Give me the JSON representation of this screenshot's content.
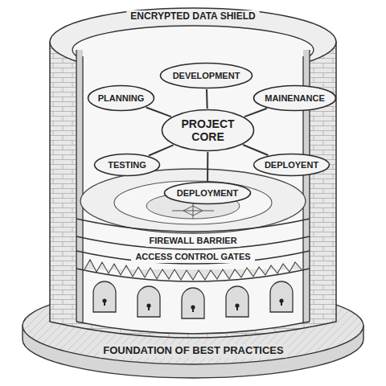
{
  "diagram": {
    "nodes": [
      {
        "text": [
          "ENCRYPTED DATA SHIELD"
        ]
      },
      {
        "text": [
          "PLANNING"
        ]
      },
      {
        "text": [
          "DEVELOPMENT"
        ]
      },
      {
        "text": [
          "MAINENANCE"
        ]
      },
      {
        "text": [
          "PROJECT CORE"
        ]
      },
      {
        "text": [
          "TESTING"
        ]
      },
      {
        "text": [
          "DEPLOYENT"
        ]
      },
      {
        "text": [
          "DEPLOYMENT"
        ]
      },
      {
        "text": [
          "FIREWALL BARRIER"
        ]
      },
      {
        "text": [
          "ACCESS CONTROL GATES"
        ]
      },
      {
        "text": [
          "FOUNDATION OF BEST PRACTICES"
        ]
      }
    ],
    "edges": [
      {
        "from": 4,
        "to": 1,
        "arrow": "none"
      },
      {
        "from": 4,
        "to": 2,
        "arrow": "none"
      },
      {
        "from": 4,
        "to": 3,
        "arrow": "none"
      },
      {
        "from": 4,
        "to": 5,
        "arrow": "none"
      },
      {
        "from": 4,
        "to": 6,
        "arrow": "none"
      },
      {
        "from": 4,
        "to": 7,
        "arrow": "none"
      }
    ]
  }
}
